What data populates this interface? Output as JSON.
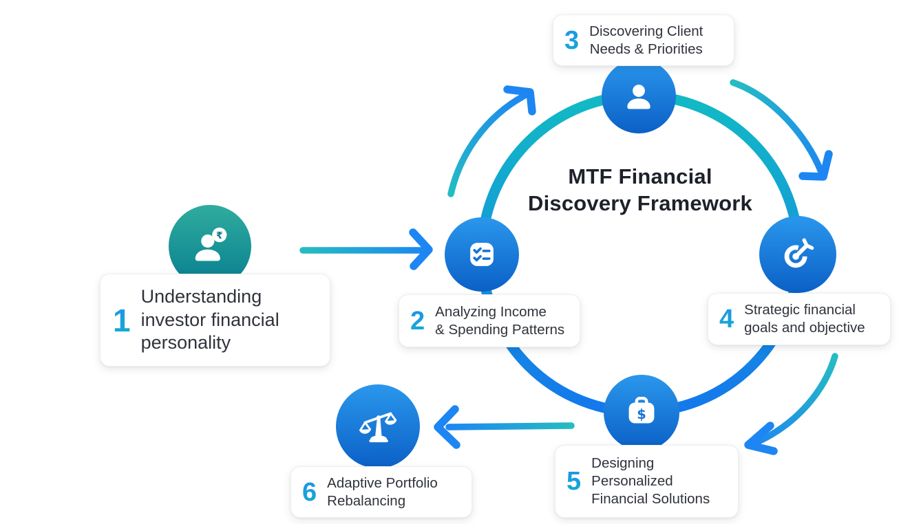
{
  "diagram": {
    "title": {
      "full": "MTF Financial Discovery Framework",
      "lines": [
        "MTF Financial",
        "Discovery Framework"
      ]
    },
    "steps": [
      {
        "number": "1",
        "icon": "person-rupee-icon",
        "label": "Understanding investor financial personality",
        "lines": [
          "Understanding",
          "investor financial",
          "personality"
        ]
      },
      {
        "number": "2",
        "icon": "checklist-icon",
        "label": "Analyzing Income & Spending Patterns",
        "lines": [
          "Analyzing Income",
          "& Spending Patterns"
        ]
      },
      {
        "number": "3",
        "icon": "person-icon",
        "label": "Discovering Client Needs & Priorities",
        "lines": [
          "Discovering Client",
          "Needs & Priorities"
        ]
      },
      {
        "number": "4",
        "icon": "target-dart-icon",
        "label": "Strategic financial goals and objective",
        "lines": [
          "Strategic financial",
          "goals and objective"
        ]
      },
      {
        "number": "5",
        "icon": "briefcase-dollar-icon",
        "label": "Designing Personalized Financial Solutions",
        "lines": [
          "Designing",
          "Personalized",
          "Financial Solutions"
        ]
      },
      {
        "number": "6",
        "icon": "scales-icon",
        "label": "Adaptive Portfolio Rebalancing",
        "lines": [
          "Adaptive Portfolio",
          "Rebalancing"
        ]
      }
    ],
    "symbols": {
      "rupee": "₹",
      "dollar": "$"
    },
    "colors": {
      "ring_teal": "#12BAC4",
      "ring_blue": "#1478EC",
      "node_blue_top": "#2A97EC",
      "node_blue_bottom": "#0B60C6",
      "node_teal_top": "#2FAC9E",
      "node_teal_bottom": "#087E90",
      "arrow_teal": "#25BCC2",
      "arrow_blue": "#1D86F2",
      "number_gradient_top": "#2193E8",
      "number_gradient_bottom": "#12ACD2",
      "text": "#2F333A",
      "title": "#1D212A",
      "card_background": "#FFFFFF"
    }
  }
}
